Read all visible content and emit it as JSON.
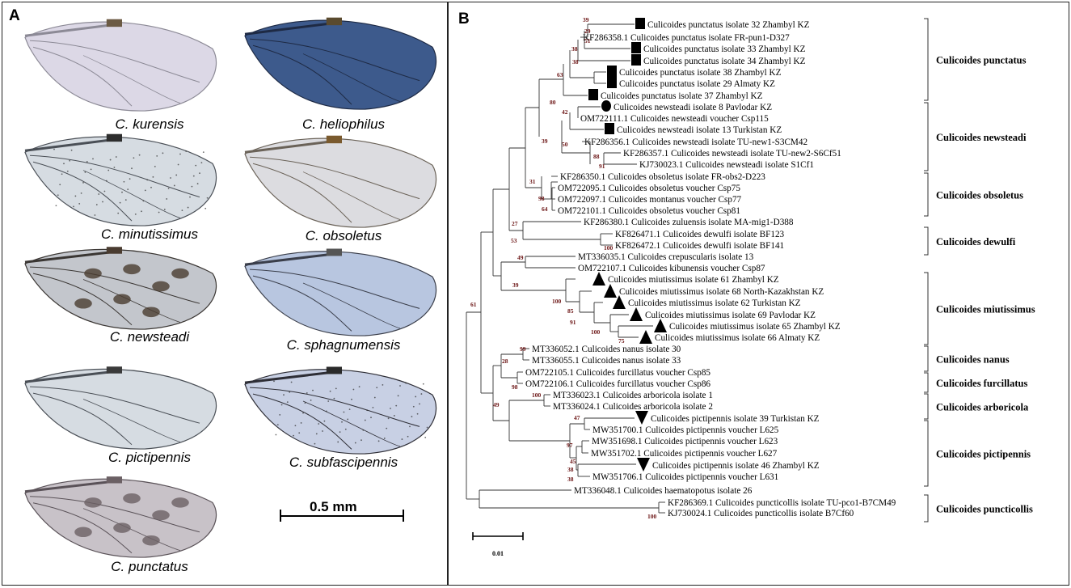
{
  "panel_a": {
    "label": "A",
    "species": [
      {
        "name": "C. kurensis",
        "tint": "#dcd8e6",
        "vein": "#8c8a96",
        "spot": "#6b5a44",
        "style": "pale"
      },
      {
        "name": "C. heliophilus",
        "tint": "#3d5a8c",
        "vein": "#1e2a44",
        "spot": "#5a4a2e",
        "style": "dark"
      },
      {
        "name": "C. minutissimus",
        "tint": "#d6dce2",
        "vein": "#4a4f56",
        "spot": "#2d2d2d",
        "style": "speckled"
      },
      {
        "name": "C. obsoletus",
        "tint": "#dcdce0",
        "vein": "#6a6258",
        "spot": "#7a5a2e",
        "style": "pale"
      },
      {
        "name": "C. newsteadi",
        "tint": "#c3c6cc",
        "vein": "#3a3633",
        "spot": "#4a3c30",
        "style": "spotted"
      },
      {
        "name": "C. sphagnumensis",
        "tint": "#b8c6e0",
        "vein": "#3a3e4a",
        "spot": "#555",
        "style": "blue"
      },
      {
        "name": "C. pictipennis",
        "tint": "#d6dce2",
        "vein": "#4a4f56",
        "spot": "#3a3a3a",
        "style": "pale"
      },
      {
        "name": "C. subfascipennis",
        "tint": "#c8d0e4",
        "vein": "#2e2e36",
        "spot": "#2a2a2a",
        "style": "speckled"
      },
      {
        "name": "C. punctatus",
        "tint": "#c8c2c8",
        "vein": "#5a5258",
        "spot": "#6b6064",
        "style": "spotted"
      }
    ],
    "scale_bar": "0.5 mm"
  },
  "panel_b": {
    "label": "B",
    "scale_label": "0.01",
    "taxa": [
      {
        "label": "Culicoides punctatus isolate 32 Zhambyl KZ",
        "marker": "square"
      },
      {
        "label": "KF286358.1 Culicoides punctatus isolate FR-pun1-D327",
        "marker": ""
      },
      {
        "label": "Culicoides punctatus isolate 33 Zhambyl KZ",
        "marker": "square"
      },
      {
        "label": "Culicoides punctatus isolate 34 Zhambyl KZ",
        "marker": "square"
      },
      {
        "label": "Culicoides punctatus isolate 38 Zhambyl KZ",
        "marker": "square"
      },
      {
        "label": "Culicoides punctatus isolate 29 Almaty KZ",
        "marker": "square"
      },
      {
        "label": "Culicoides punctatus isolate 37 Zhambyl KZ",
        "marker": "square"
      },
      {
        "label": "Culicoides newsteadi isolate 8 Pavlodar KZ",
        "marker": "circle"
      },
      {
        "label": "OM722111.1 Culicoides newsteadi voucher Csp115",
        "marker": ""
      },
      {
        "label": "Culicoides newsteadi isolate 13 Turkistan KZ",
        "marker": "square"
      },
      {
        "label": "KF286356.1 Culicoides newsteadi isolate TU-new1-S3CM42",
        "marker": ""
      },
      {
        "label": "KF286357.1 Culicoides newsteadi isolate TU-new2-S6Cf51",
        "marker": ""
      },
      {
        "label": "KJ730023.1 Culicoides newsteadi isolate S1Cf1",
        "marker": ""
      },
      {
        "label": "KF286350.1 Culicoides obsoletus isolate FR-obs2-D223",
        "marker": ""
      },
      {
        "label": "OM722095.1 Culicoides obsoletus voucher Csp75",
        "marker": ""
      },
      {
        "label": "OM722097.1 Culicoides montanus voucher Csp77",
        "marker": ""
      },
      {
        "label": "OM722101.1 Culicoides obsoletus voucher Csp81",
        "marker": ""
      },
      {
        "label": "KF286380.1 Culicoides zuluensis isolate MA-mig1-D388",
        "marker": ""
      },
      {
        "label": "KF826471.1 Culicoides dewulfi isolate BF123",
        "marker": ""
      },
      {
        "label": "KF826472.1 Culicoides dewulfi isolate BF141",
        "marker": ""
      },
      {
        "label": "MT336035.1 Culicoides crepuscularis isolate 13",
        "marker": ""
      },
      {
        "label": "OM722107.1 Culicoides kibunensis voucher Csp87",
        "marker": ""
      },
      {
        "label": "Culicoides miutissimus isolate 61 Zhambyl KZ",
        "marker": "triangle-up"
      },
      {
        "label": "Culicoides miutissimus isolate 68 North-Kazakhstan KZ",
        "marker": "triangle-up"
      },
      {
        "label": "Culicoides miutissimus isolate 62 Turkistan KZ",
        "marker": "triangle-up"
      },
      {
        "label": "Culicoides miutissimus isolate 69 Pavlodar KZ",
        "marker": "triangle-up"
      },
      {
        "label": "Culicoides miutissimus isolate 65 Zhambyl KZ",
        "marker": "triangle-up"
      },
      {
        "label": "Culicoides miutissimus isolate 66 Almaty KZ",
        "marker": "triangle-up"
      },
      {
        "label": "MT336052.1 Culicoides nanus isolate 30",
        "marker": ""
      },
      {
        "label": "MT336055.1 Culicoides nanus isolate 33",
        "marker": ""
      },
      {
        "label": "OM722105.1 Culicoides furcillatus voucher Csp85",
        "marker": ""
      },
      {
        "label": "OM722106.1 Culicoides furcillatus voucher Csp86",
        "marker": ""
      },
      {
        "label": "MT336023.1 Culicoides arboricola isolate 1",
        "marker": ""
      },
      {
        "label": "MT336024.1 Culicoides arboricola isolate 2",
        "marker": ""
      },
      {
        "label": "Culicoides pictipennis isolate 39 Turkistan KZ",
        "marker": "triangle-down"
      },
      {
        "label": "MW351700.1 Culicoides pictipennis voucher L625",
        "marker": ""
      },
      {
        "label": "MW351698.1 Culicoides pictipennis voucher L623",
        "marker": ""
      },
      {
        "label": "MW351702.1 Culicoides pictipennis voucher L627",
        "marker": ""
      },
      {
        "label": "Culicoides pictipennis isolate 46 Zhambyl KZ",
        "marker": "triangle-down"
      },
      {
        "label": "MW351706.1 Culicoides pictipennis voucher L631",
        "marker": ""
      },
      {
        "label": "MT336048.1 Culicoides haematopotus isolate 26",
        "marker": ""
      },
      {
        "label": "KF286369.1 Culicoides puncticollis isolate TU-pco1-B7CM49",
        "marker": ""
      },
      {
        "label": "KJ730024.1 Culicoides puncticollis isolate B7Cf60",
        "marker": ""
      }
    ],
    "bootstrap": [
      "39",
      "29",
      "51",
      "38",
      "38",
      "63",
      "42",
      "80",
      "50",
      "88",
      "91",
      "39",
      "31",
      "98",
      "64",
      "27",
      "53",
      "100",
      "49",
      "39",
      "100",
      "85",
      "91",
      "100",
      "75",
      "99",
      "28",
      "98",
      "100",
      "49",
      "47",
      "97",
      "45",
      "38",
      "38",
      "61",
      "100"
    ],
    "clades": [
      "Culicoides punctatus",
      "Culicoides newsteadi",
      "Culicoides obsoletus",
      "Culicoides dewulfi",
      "Culicoides miutissimus",
      "Culicoides nanus",
      "Culicoides furcillatus",
      "Culicoides arboricola",
      "Culicoides pictipennis",
      "Culicoides puncticollis"
    ]
  }
}
